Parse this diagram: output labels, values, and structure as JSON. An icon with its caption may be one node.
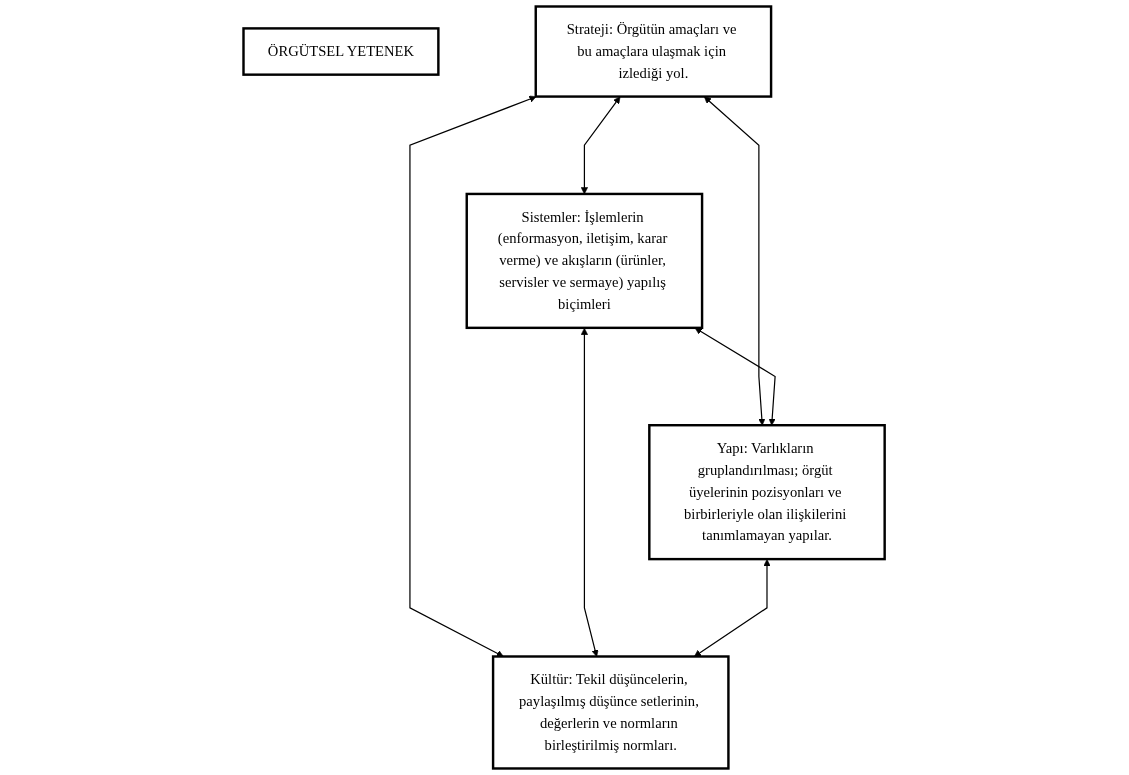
{
  "diagram": {
    "nodes": [
      {
        "text": [
          "ÖRGÜTSEL YETENEK"
        ]
      },
      {
        "text": [
          "Strateji: Örgütün amaçları ve bu amaçlara ulaşmak için izlediği yol."
        ]
      },
      {
        "text": [
          "Sistemler: İşlemlerin (enformasyon, iletişim, karar verme) ve akışların (ürünler, servisler ve sermaye) yapılış biçimleri"
        ]
      },
      {
        "text": [
          "Yapı: Varlıkların gruplandırılması; örgüt üyelerinin pozisyonları ve birbirleriyle olan ilişkilerini tanımlamayan yapılar."
        ]
      },
      {
        "text": [
          "Kültür: Tekil düşüncelerin, paylaşılmış düşünce setlerinin, değerlerin ve normların birleştirilmiş normları."
        ]
      }
    ],
    "edges": [
      {
        "from": 1,
        "to": 2,
        "arrow": "both"
      },
      {
        "from": 1,
        "to": 3,
        "arrow": "both"
      },
      {
        "from": 1,
        "to": 4,
        "arrow": "both"
      },
      {
        "from": 2,
        "to": 3,
        "arrow": "both"
      },
      {
        "from": 2,
        "to": 4,
        "arrow": "both"
      },
      {
        "from": 3,
        "to": 4,
        "arrow": "both"
      }
    ]
  }
}
